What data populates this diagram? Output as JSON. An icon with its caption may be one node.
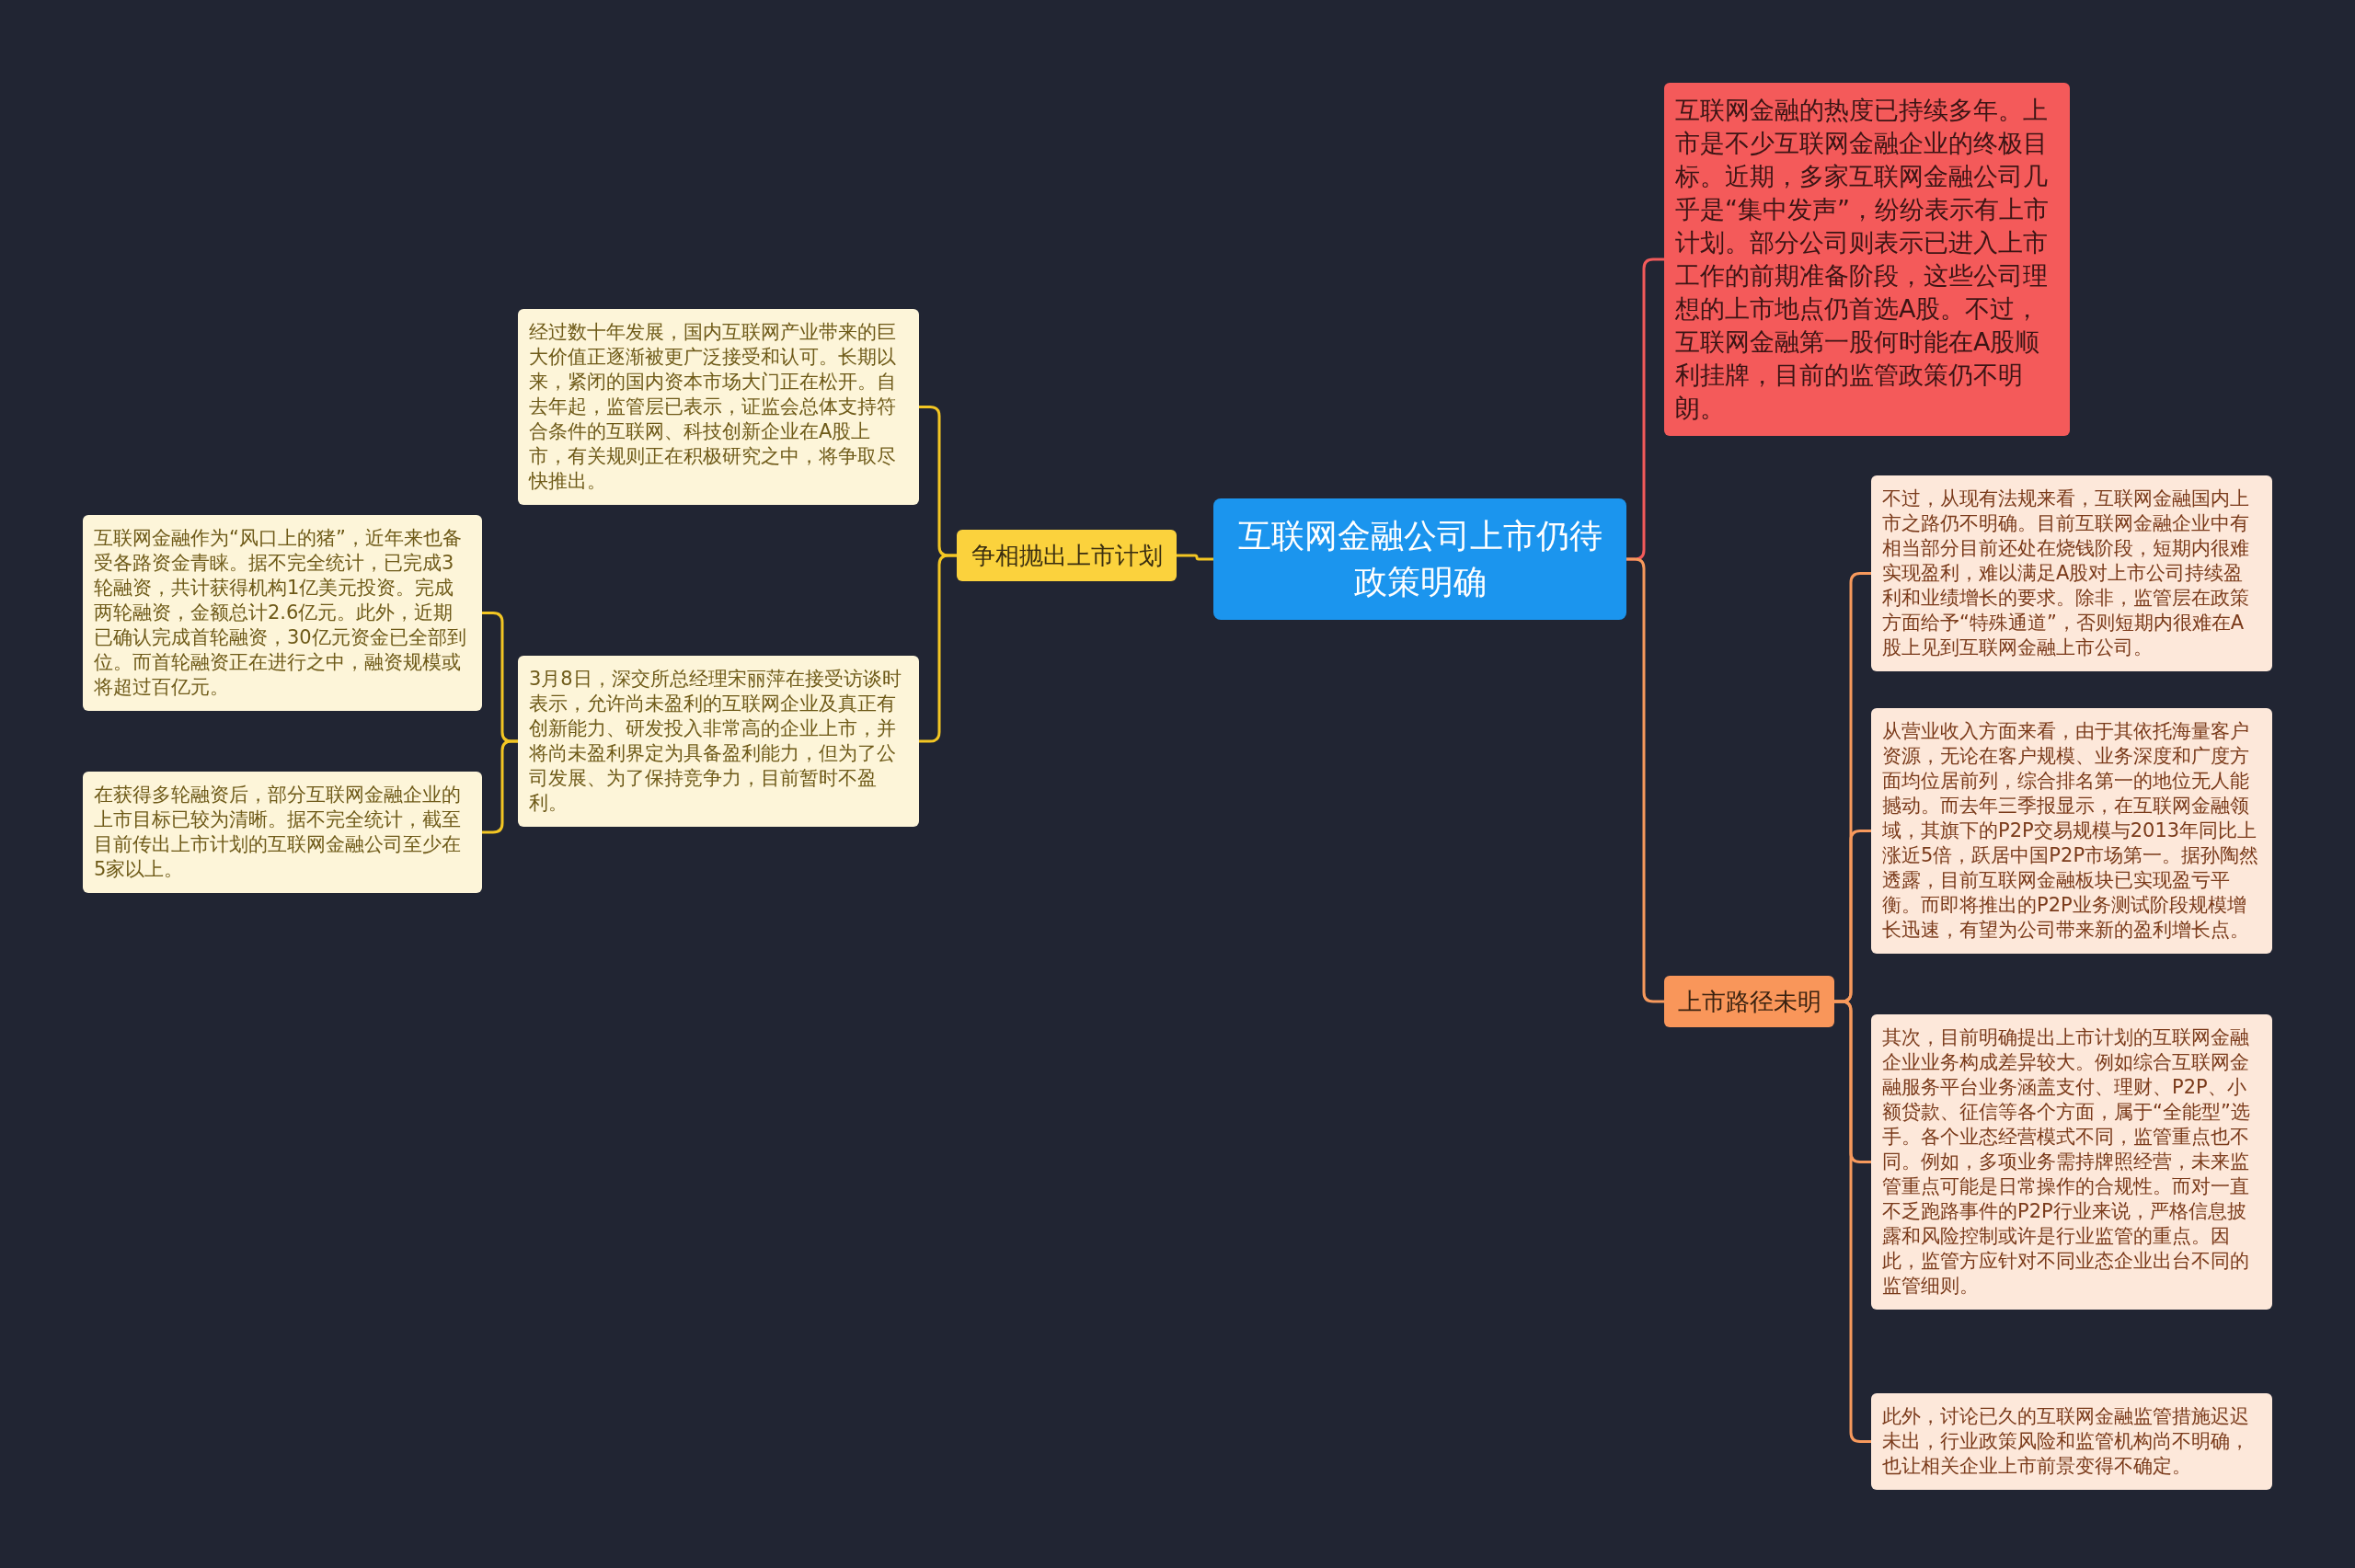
{
  "diagram": {
    "nodes": [
      {
        "text": [
          "互联网金融公司上市仍待政策明确"
        ]
      },
      {
        "text": [
          "争相抛出上市计划"
        ]
      },
      {
        "text": [
          "经过数十年发展，国内互联网产业带来的巨大价值正逐渐被更广泛接受和认可。长期以来，紧闭的国内资本市场大门正在松开。自去年起，监管层已表示，证监会总体支持符合条件的互联网、科技创新企业在A股上市，有关规则正在积极研究之中，将争取尽快推出。"
        ]
      },
      {
        "text": [
          "3月8日，深交所总经理宋丽萍在接受访谈时表示，允许尚未盈利的互联网企业及真正有创新能力、研发投入非常高的企业上市，并将尚未盈利界定为具备盈利能力，但为了公司发展、为了保持竞争力，目前暂时不盈利。"
        ]
      },
      {
        "text": [
          "互联网金融作为“风口上的猪”，近年来也备受各路资金青睐。据不完全统计，已完成3轮融资，共计获得机构1亿美元投资。完成两轮融资，金额总计2.6亿元。此外，近期已确认完成首轮融资，30亿元资金已全部到位。而首轮融资正在进行之中，融资规模或将超过百亿元。"
        ]
      },
      {
        "text": [
          "在获得多轮融资后，部分互联网金融企业的上市目标已较为清晰。据不完全统计，截至目前传出上市计划的互联网金融公司至少在5家以上。"
        ]
      },
      {
        "text": [
          "互联网金融的热度已持续多年。上市是不少互联网金融企业的终极目标。近期，多家互联网金融公司几乎是“集中发声”，纷纷表示有上市计划。部分公司则表示已进入上市工作的前期准备阶段，这些公司理想的上市地点仍首选A股。不过，互联网金融第一股何时能在A股顺利挂牌，目前的监管政策仍不明朗。"
        ]
      },
      {
        "text": [
          "上市路径未明"
        ]
      },
      {
        "text": [
          "不过，从现有法规来看，互联网金融国内上市之路仍不明确。目前互联网金融企业中有相当部分目前还处在烧钱阶段，短期内很难实现盈利，难以满足A股对上市公司持续盈利和业绩增长的要求。除非，监管层在政策方面给予“特殊通道”，否则短期内很难在A股上见到互联网金融上市公司。"
        ]
      },
      {
        "text": [
          "从营业收入方面来看，由于其依托海量客户资源，无论在客户规模、业务深度和广度方面均位居前列，综合排名第一的地位无人能撼动。而去年三季报显示，在互联网金融领域，其旗下的P2P交易规模与2013年同比上涨近5倍，跃居中国P2P市场第一。据孙陶然透露，目前互联网金融板块已实现盈亏平衡。而即将推出的P2P业务测试阶段规模增长迅速，有望为公司带来新的盈利增长点。"
        ]
      },
      {
        "text": [
          "其次，目前明确提出上市计划的互联网金融企业业务构成差异较大。例如综合互联网金融服务平台业务涵盖支付、理财、P2P、小额贷款、征信等各个方面，属于“全能型”选手。各个业态经营模式不同，监管重点也不同。例如，多项业务需持牌照经营，未来监管重点可能是日常操作的合规性。而对一直不乏跑路事件的P2P行业来说，严格信息披露和风险控制或许是行业监管的重点。因此，监管方应针对不同业态企业出台不同的监管细则。"
        ]
      },
      {
        "text": [
          "此外，讨论已久的互联网金融监管措施迟迟未出，行业政策风险和监管机构尚不明确，也让相关企业上市前景变得不确定。"
        ]
      }
    ],
    "edges": [
      {
        "from": 0,
        "to": 1,
        "arrow": "none",
        "color": "#f3c623"
      },
      {
        "from": 1,
        "to": 2,
        "arrow": "none",
        "color": "#f3c623"
      },
      {
        "from": 1,
        "to": 3,
        "arrow": "none",
        "color": "#f3c623"
      },
      {
        "from": 3,
        "to": 4,
        "arrow": "none",
        "color": "#f3c623"
      },
      {
        "from": 3,
        "to": 5,
        "arrow": "none",
        "color": "#f3c623"
      },
      {
        "from": 0,
        "to": 6,
        "arrow": "none",
        "color": "#f25a5a"
      },
      {
        "from": 0,
        "to": 7,
        "arrow": "none",
        "color": "#f7995c"
      },
      {
        "from": 7,
        "to": 8,
        "arrow": "none",
        "color": "#f7995c"
      },
      {
        "from": 7,
        "to": 9,
        "arrow": "none",
        "color": "#f7995c"
      },
      {
        "from": 7,
        "to": 10,
        "arrow": "none",
        "color": "#f7995c"
      },
      {
        "from": 7,
        "to": 11,
        "arrow": "none",
        "color": "#f7995c"
      }
    ]
  }
}
